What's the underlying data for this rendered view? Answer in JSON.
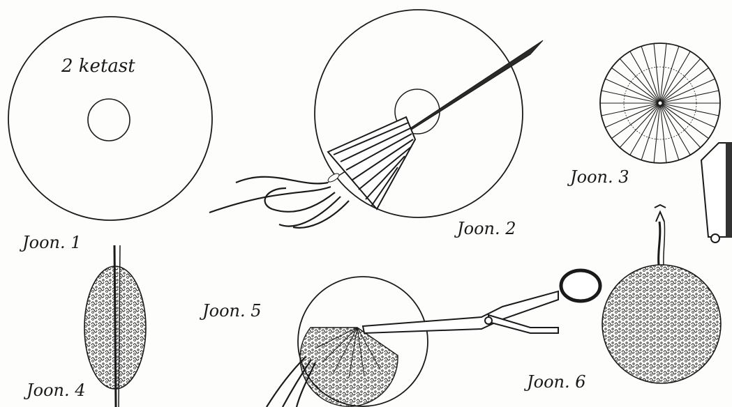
{
  "figures": {
    "fig1": {
      "caption": "Joon. 1",
      "card_text": "2 ketast"
    },
    "fig2": {
      "caption": "Joon. 2"
    },
    "fig3": {
      "caption": "Joon. 3"
    },
    "fig4": {
      "caption": "Joon. 4"
    },
    "fig5": {
      "caption": "Joon. 5"
    },
    "fig6": {
      "caption": "Joon. 6"
    }
  },
  "colors": {
    "ink": "#1a1a1a",
    "paper": "#fdfdfc"
  }
}
